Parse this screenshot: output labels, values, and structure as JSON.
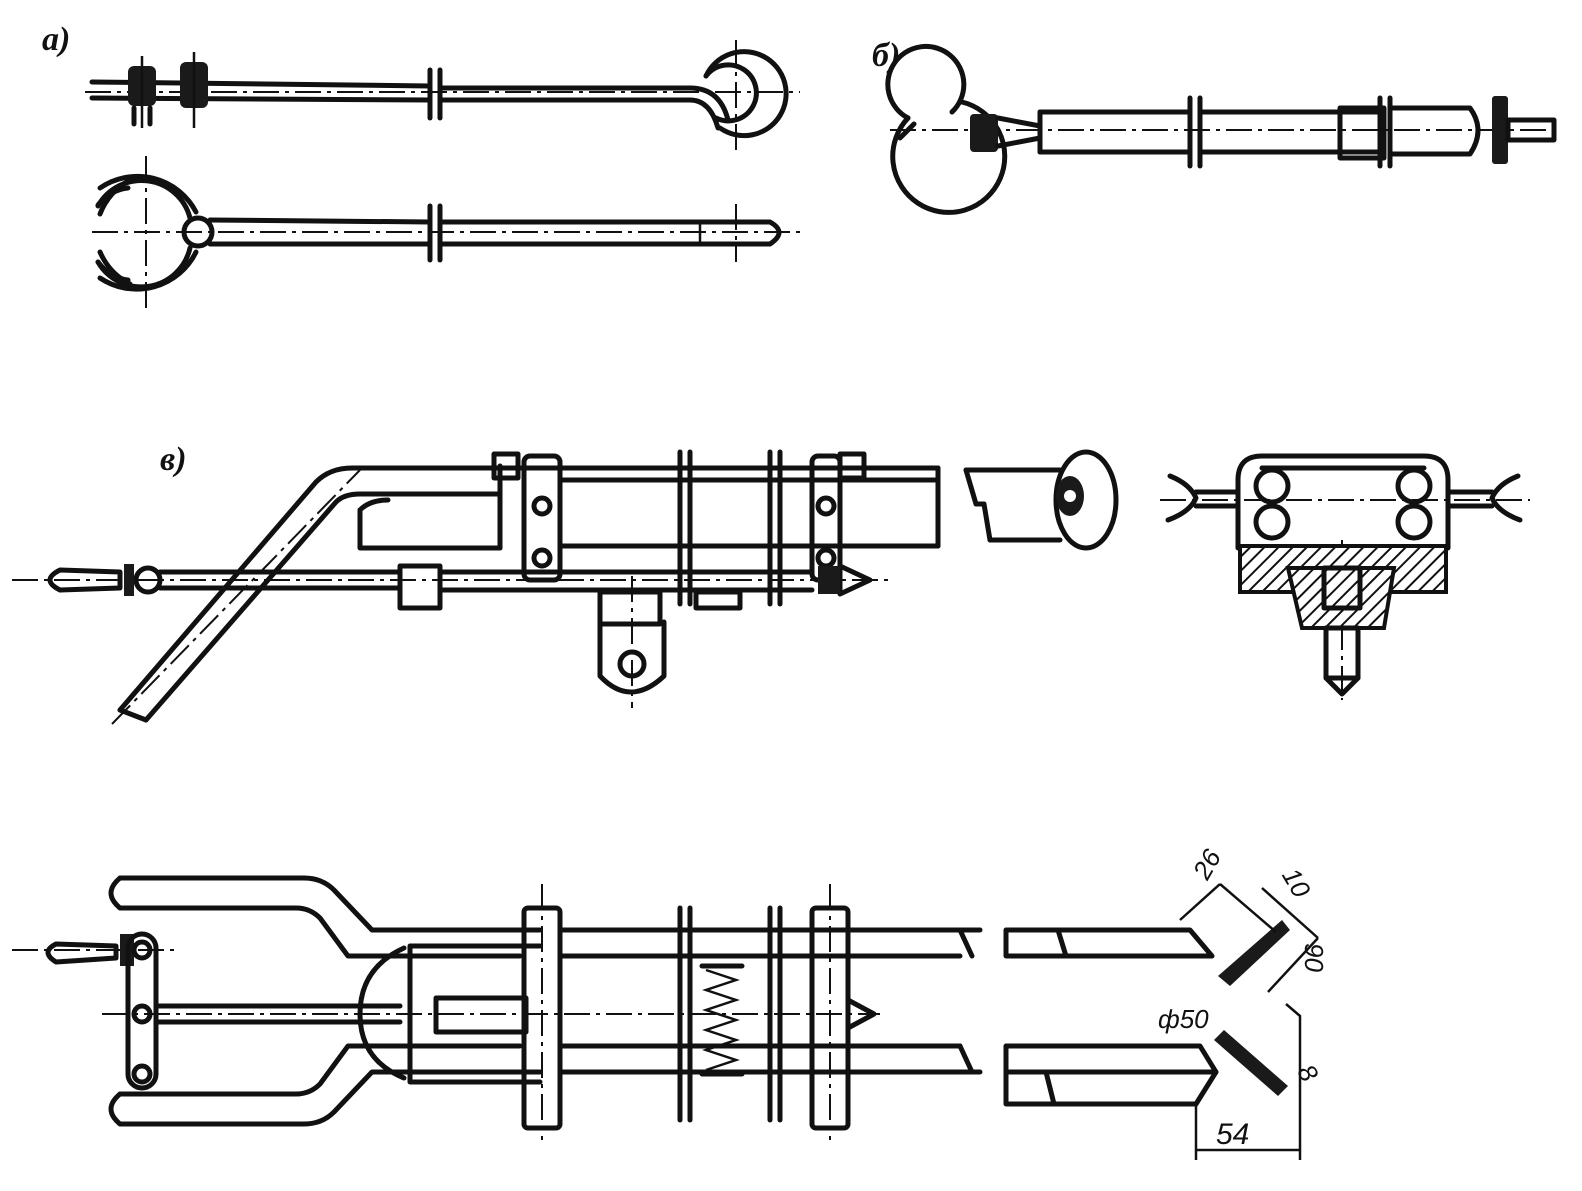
{
  "labels": {
    "a": "а)",
    "b": "б)",
    "v": "в)"
  },
  "dimensions": {
    "d26": "26",
    "d10": "10",
    "d90": "90",
    "d50": "ф50",
    "d8": "8",
    "d54": "54"
  },
  "colors": {
    "ink": "#111111",
    "paper": "#ffffff"
  }
}
